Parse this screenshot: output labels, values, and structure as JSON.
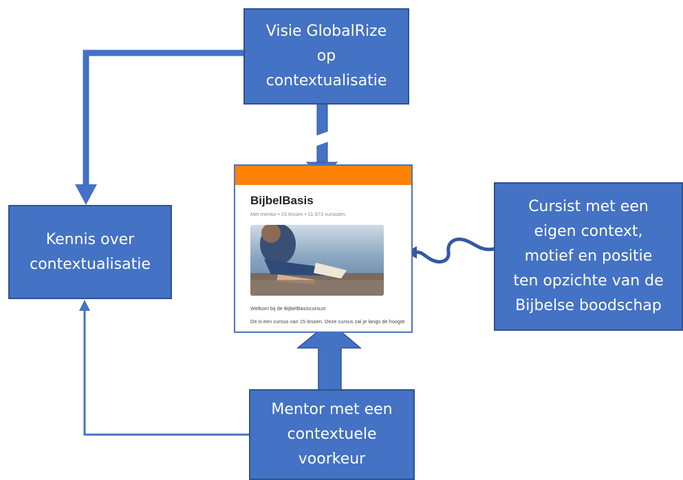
{
  "boxes": {
    "visie": "Visie GlobalRize\nop\ncontextualisatie",
    "kennis": "Kennis over\ncontextualisatie",
    "cursist": "Cursist met een\neigen context,\nmotief en positie\nten opzichte van de\nBijbelse boodschap",
    "mentor": "Mentor met een\ncontextuele\nvoorkeur"
  },
  "course_card": {
    "title": "BijbelBasis",
    "meta": "Met mentor • 15 lessen • 11.973 cursisten",
    "welcome": "Welkom bij de BijbelBasiscursus!",
    "description": "Dit is een cursus van 15 lessen. Deze cursus zal je langs de hoogte"
  },
  "colors": {
    "box_fill": "#4472c4",
    "box_border": "#2f528f",
    "card_header": "#ff8208"
  }
}
